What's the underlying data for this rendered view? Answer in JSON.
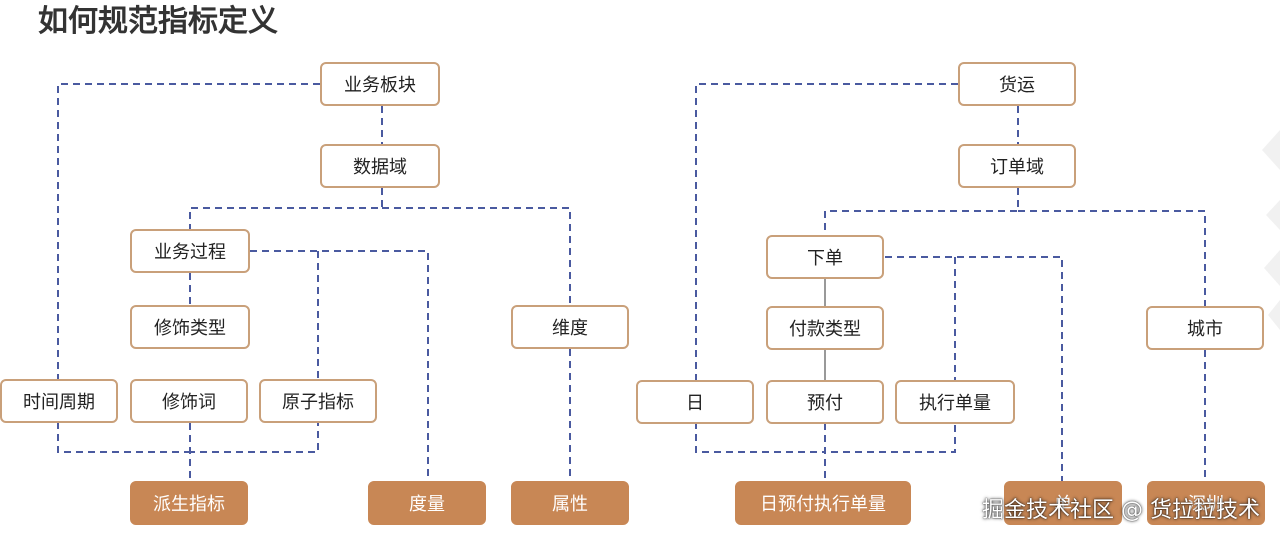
{
  "title": "如何规范指标定义",
  "left_tree": {
    "business_segment": "业务板块",
    "data_domain": "数据域",
    "business_process": "业务过程",
    "modifier_type": "修饰类型",
    "time_period": "时间周期",
    "modifier": "修饰词",
    "atomic_metric": "原子指标",
    "dimension": "维度",
    "derived_metric": "派生指标",
    "measure": "度量",
    "attribute": "属性"
  },
  "right_tree": {
    "freight": "货运",
    "order_domain": "订单域",
    "place_order": "下单",
    "payment_type": "付款类型",
    "city": "城市",
    "day": "日",
    "prepaid": "预付",
    "order_volume": "执行单量",
    "daily_prepaid_orders": "日预付执行单量",
    "partial_1": "单",
    "partial_2": "深圳"
  },
  "footer": "掘金技术社区 @ 货拉拉技术"
}
